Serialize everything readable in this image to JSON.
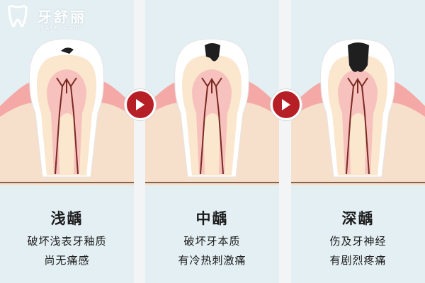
{
  "watermark": {
    "brand": "牙舒丽",
    "site": "ysIw.com"
  },
  "stages": [
    {
      "title": "浅龋",
      "line1": "破坏浅表牙釉质",
      "line2": "尚无痛感",
      "severity": "shallow"
    },
    {
      "title": "中龋",
      "line1": "破坏牙本质",
      "line2": "有冷热刺激痛",
      "severity": "medium"
    },
    {
      "title": "深龋",
      "line1": "伤及牙神经",
      "line2": "有剧烈疼痛",
      "severity": "deep"
    }
  ],
  "arrows": [
    {
      "icon": "arrow-right-icon"
    },
    {
      "icon": "arrow-right-icon"
    }
  ],
  "colors": {
    "panel_bg": "#e4eff3",
    "gum": "#f5a9a6",
    "bone": "#f6dfcb",
    "enamel": "#ffffff",
    "dentin": "#fbe6ce",
    "pulp": "#f7c2bd",
    "nerve": "#7a2a22",
    "decay": "#1f1f1f",
    "arrow": "#b71f26"
  }
}
